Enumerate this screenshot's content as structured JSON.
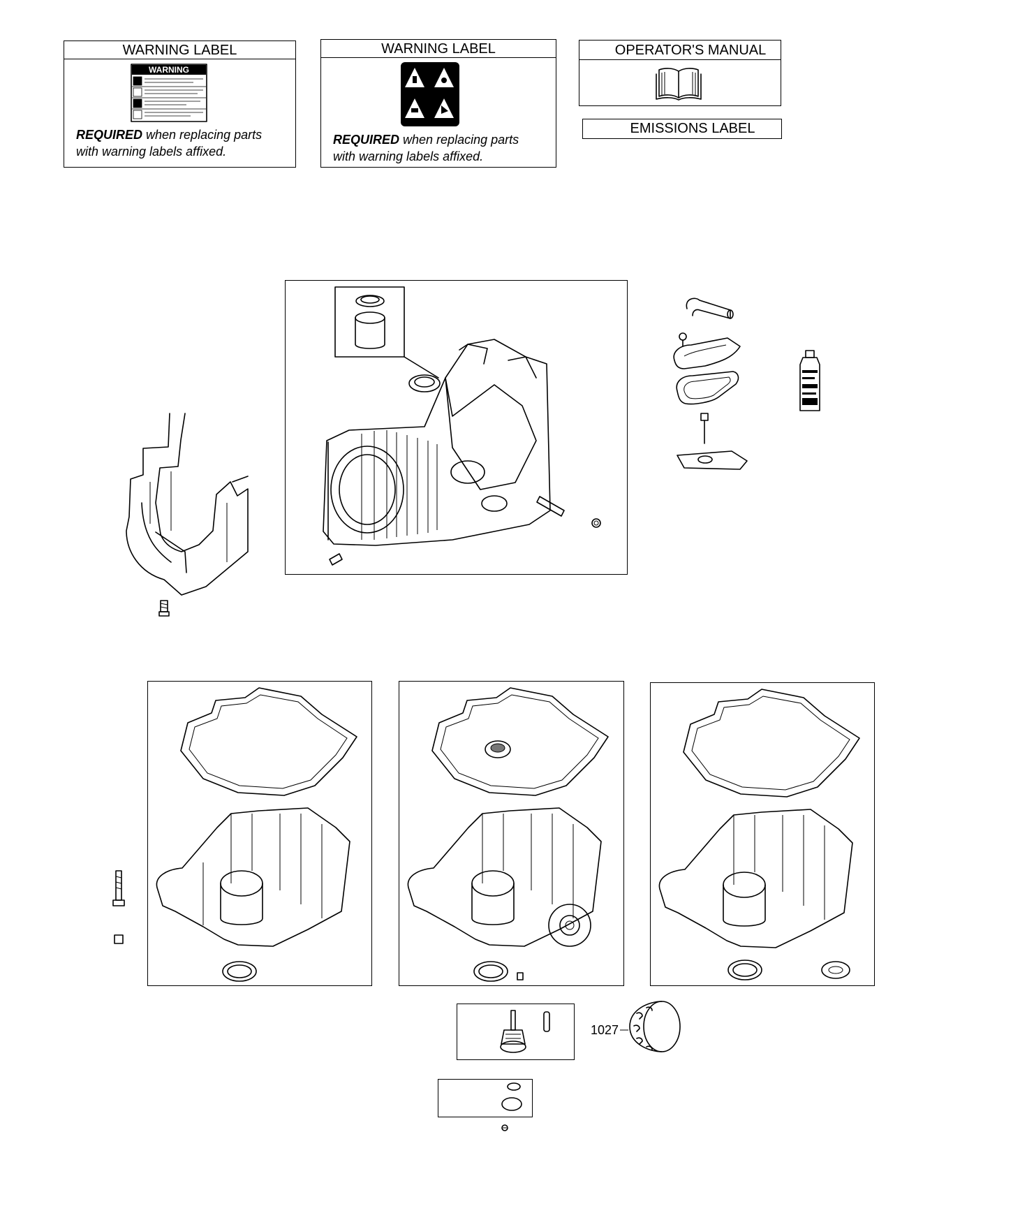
{
  "labels": {
    "warning_label_1": {
      "title": "WARNING LABEL",
      "note_bold": "REQUIRED",
      "note_rest_1": " when replacing parts",
      "note_line_2": "with warning labels affixed.",
      "decal_heading": "WARNING"
    },
    "warning_label_2": {
      "title": "WARNING LABEL",
      "note_bold": "REQUIRED",
      "note_rest_1": " when replacing parts",
      "note_line_2": "with warning labels affixed."
    },
    "operators_manual": {
      "title": "OPERATOR'S MANUAL"
    },
    "emissions_label": {
      "title": "EMISSIONS LABEL"
    }
  },
  "callouts": {
    "oil_filter_ref": "1027"
  },
  "icons": {
    "manual": "open-book-icon",
    "decal": "warning-decal-icon",
    "pictograms": "hazard-pictogram-icon"
  }
}
